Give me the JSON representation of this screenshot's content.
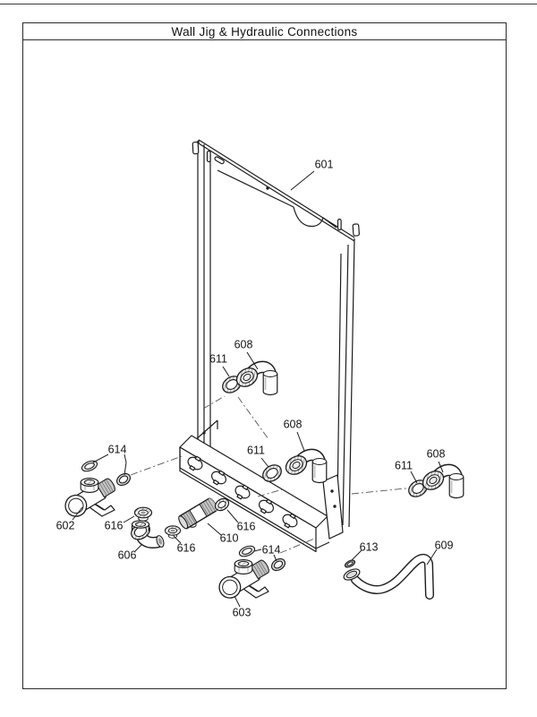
{
  "page": {
    "title": "Wall Jig & Hydraulic Connections"
  },
  "callouts": {
    "c601": "601",
    "c602": "602",
    "c603": "603",
    "c606": "606",
    "c608a": "608",
    "c608b": "608",
    "c608c": "608",
    "c609": "609",
    "c610": "610",
    "c611a": "611",
    "c611b": "611",
    "c611c": "611",
    "c613": "613",
    "c614a": "614",
    "c614b": "614",
    "c616a": "616",
    "c616b": "616",
    "c616c": "616"
  },
  "colors": {
    "line": "#1c1c1c",
    "hatch": "#6f6f6f",
    "metal": "#c6c6c6",
    "background": "#ffffff"
  }
}
